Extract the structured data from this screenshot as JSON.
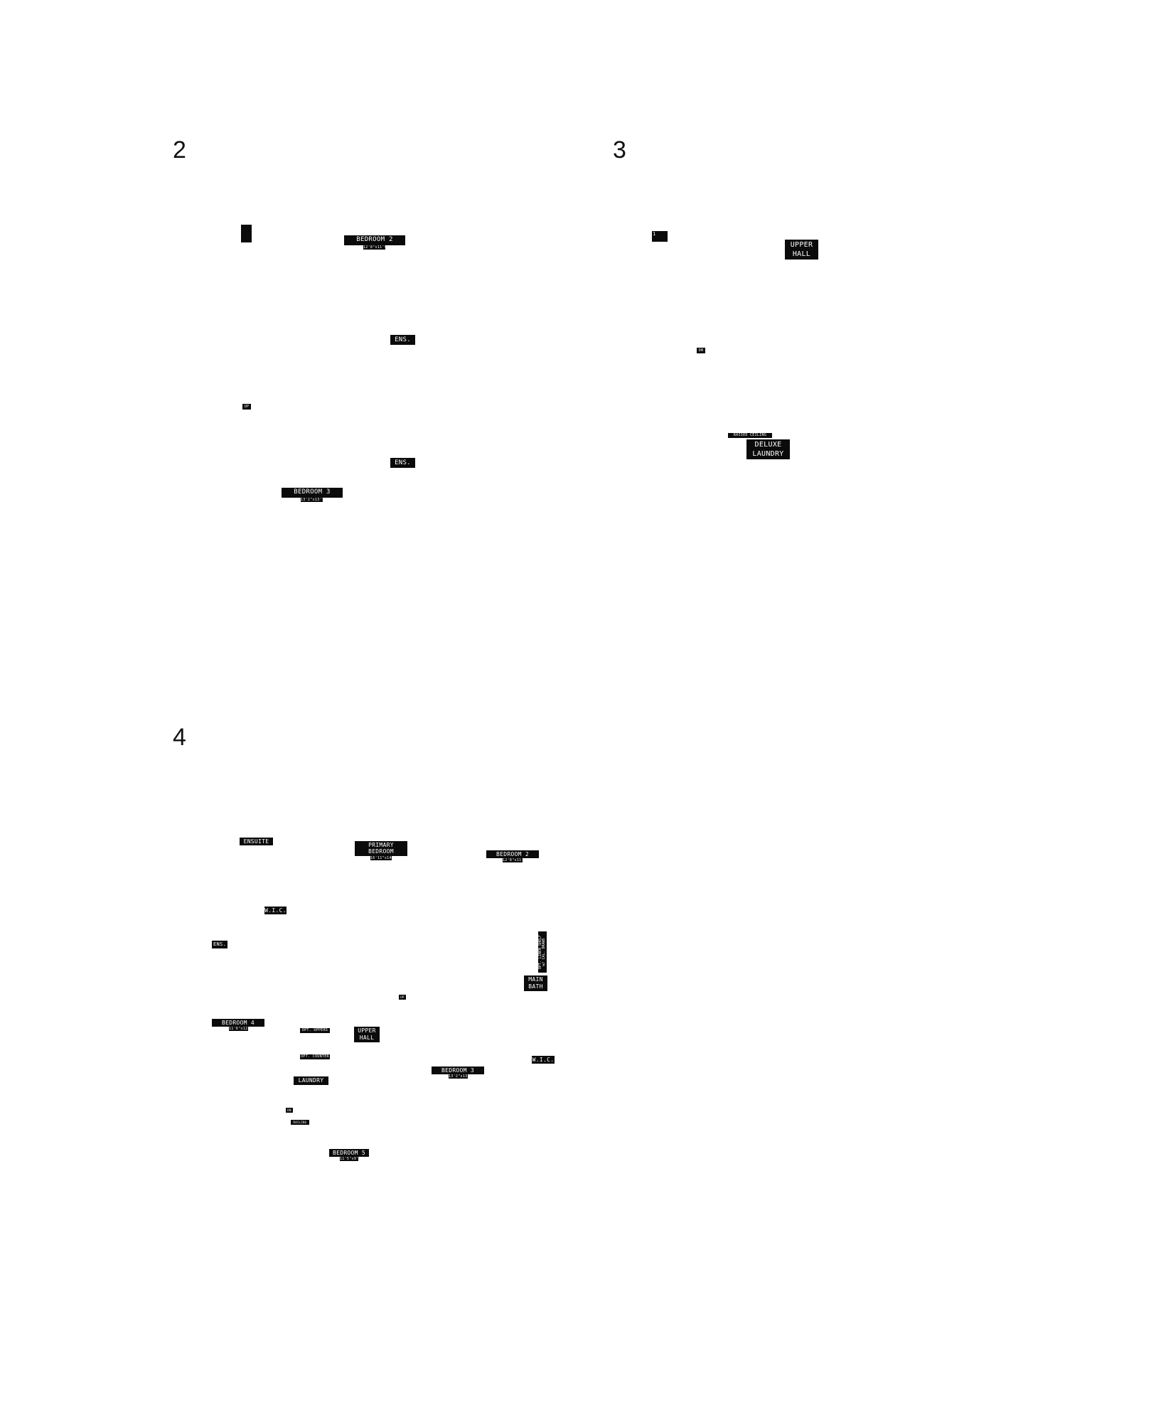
{
  "panels": [
    {
      "number": "2",
      "labels": {
        "bedroom2": {
          "name": "BEDROOM 2",
          "dims": "12'8\"x11'9\""
        },
        "ens_a": {
          "name": "ENS."
        },
        "up": {
          "name": "UP"
        },
        "ens_b": {
          "name": "ENS."
        },
        "bedroom3": {
          "name": "BEDROOM 3",
          "dims": "13'2\"x13'7\""
        }
      }
    },
    {
      "number": "3",
      "labels": {
        "marker": {
          "name": "1"
        },
        "upper_hall": {
          "name": "UPPER\nHALL"
        },
        "dn": {
          "name": "DN"
        },
        "raised_ceiling": {
          "name": "RAISED CEILING"
        },
        "deluxe_laundry": {
          "name": "DELUXE\nLAUNDRY"
        }
      }
    },
    {
      "number": "4",
      "labels": {
        "ensuite": {
          "name": "ENSUITE"
        },
        "primary_bedroom": {
          "name": "PRIMARY\nBEDROOM",
          "dims": "16'11\"x14'3\""
        },
        "bedroom2": {
          "name": "BEDROOM 2",
          "dims": "12'8\"x11'9\""
        },
        "wic_a": {
          "name": "W.I.C."
        },
        "ens": {
          "name": "ENS."
        },
        "opt_linen": {
          "name": "OPT. LINEN SHELF\nw/ CAL. DRAWS"
        },
        "main_bath": {
          "name": "MAIN\nBATH"
        },
        "up": {
          "name": "UP"
        },
        "bedroom4": {
          "name": "BEDROOM 4",
          "dims": "11'6\"x12'4\""
        },
        "opt_uppers": {
          "name": "OPT. UPPERS"
        },
        "upper_hall": {
          "name": "UPPER\nHALL"
        },
        "opt_counter": {
          "name": "OPT. COUNTER"
        },
        "wic_b": {
          "name": "W.I.C."
        },
        "bedroom3": {
          "name": "BEDROOM 3",
          "dims": "13'2\"x13'7\""
        },
        "laundry": {
          "name": "LAUNDRY"
        },
        "dn": {
          "name": "DN"
        },
        "railing": {
          "name": "RAILING"
        },
        "bedroom5": {
          "name": "BEDROOM 5",
          "dims": "11'5\"x9'5\""
        }
      }
    }
  ]
}
